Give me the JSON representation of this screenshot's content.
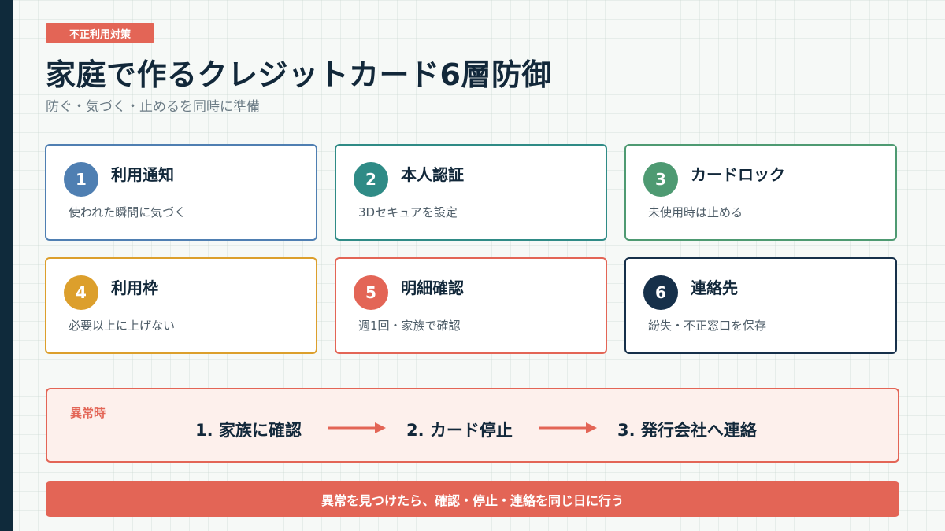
{
  "tag": "不正利用対策",
  "title": "家庭で作るクレジットカード6層防御",
  "subtitle": "防ぐ・気づく・止めるを同時に準備",
  "cards": [
    {
      "num": "1",
      "title": "利用通知",
      "desc": "使われた瞬間に気づく",
      "color": "#4f7fb2"
    },
    {
      "num": "2",
      "title": "本人認証",
      "desc": "3Dセキュアを設定",
      "color": "#2f8b86"
    },
    {
      "num": "3",
      "title": "カードロック",
      "desc": "未使用時は止める",
      "color": "#4e9a72"
    },
    {
      "num": "4",
      "title": "利用枠",
      "desc": "必要以上に上げない",
      "color": "#dc9f2c"
    },
    {
      "num": "5",
      "title": "明細確認",
      "desc": "週1回・家族で確認",
      "color": "#e36556"
    },
    {
      "num": "6",
      "title": "連絡先",
      "desc": "紛失・不正窓口を保存",
      "color": "#16304a"
    }
  ],
  "flow": {
    "label": "異常時",
    "steps": [
      "1. 家族に確認",
      "2. カード停止",
      "3. 発行会社へ連絡"
    ],
    "arrow_color": "#e36556"
  },
  "banner": "異常を見つけたら、確認・停止・連絡を同じ日に行う"
}
